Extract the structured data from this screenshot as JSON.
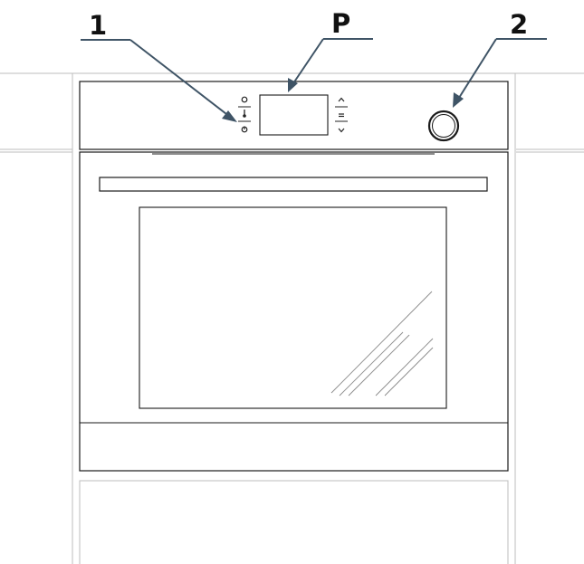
{
  "callouts": [
    {
      "id": "1",
      "label": "1",
      "meaning": "control-buttons"
    },
    {
      "id": "P",
      "label": "P",
      "meaning": "display"
    },
    {
      "id": "2",
      "label": "2",
      "meaning": "rotary-knob"
    }
  ],
  "colors": {
    "outline": "#1a1a1a",
    "cabinet": "#bdbdbd",
    "callout_arrow": "#3f5466",
    "glass_reflection": "#8a8a8a"
  },
  "icons": {
    "left_buttons": [
      "clock-icon",
      "thermometer-icon",
      "power-icon"
    ],
    "right_buttons": [
      "up-arrow-icon",
      "confirm-icon",
      "down-arrow-icon"
    ]
  }
}
